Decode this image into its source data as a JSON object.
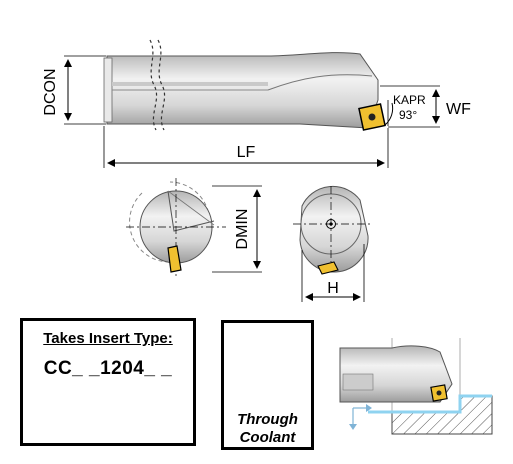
{
  "dimensions": {
    "dcon": "DCON",
    "lf": "LF",
    "kapr": "KAPR",
    "kapr_angle": "93°",
    "wf": "WF",
    "dmin": "DMIN",
    "h": "H"
  },
  "insert_panel": {
    "title": "Takes Insert Type:",
    "code": "CC_ _1204_ _"
  },
  "coolant_panel": {
    "line1": "Through",
    "line2": "Coolant"
  },
  "colors": {
    "tool_body": "#d9d9d9",
    "insert_gold": "#e0a21c",
    "drop_blue": "#3aa7d6",
    "line": "#000000"
  }
}
